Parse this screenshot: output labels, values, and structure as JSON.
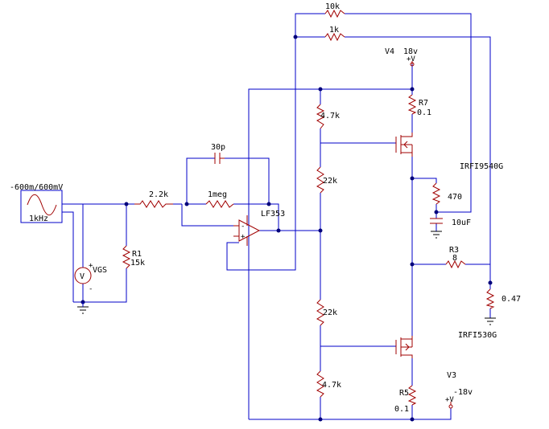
{
  "colors": {
    "wire": "#0000c8",
    "component": "#a00000",
    "node": "#00007a",
    "text": "#000000"
  },
  "labels": {
    "r_10k": "10k",
    "r_1k": "1k",
    "v4_name": "V4",
    "v4_value": "18v",
    "v_plus_top": "+V",
    "r7_name": "R7",
    "r7_value": "0.1",
    "r_4k7_top": "4.7k",
    "c_30p": "30p",
    "irfi9540g": "IRFI9540G",
    "r_22k_top": "22k",
    "source_value": "-600m/600mV",
    "source_freq": "1kHz",
    "r_2k2": "2.2k",
    "r_1meg": "1meg",
    "r_470": "470",
    "lf353": "LF353",
    "c_10uf": "10uF",
    "r1_name": "R1",
    "r1_value": "15k",
    "r3_name": "R3",
    "r3_value": "8",
    "vgs": "VGS",
    "meter_v": "V",
    "meter_plus": "+",
    "meter_minus": "-",
    "opamp_minus": "-",
    "opamp_plus": "+",
    "r_047": "0.47",
    "r_22k_bottom": "22k",
    "irfi530g": "IRFI530G",
    "v3_name": "V3",
    "v3_value": "-18v",
    "r5_name": "R5",
    "r5_value": "0.1",
    "v_plus_bottom": "+V",
    "r_4k7_bottom": "4.7k"
  }
}
